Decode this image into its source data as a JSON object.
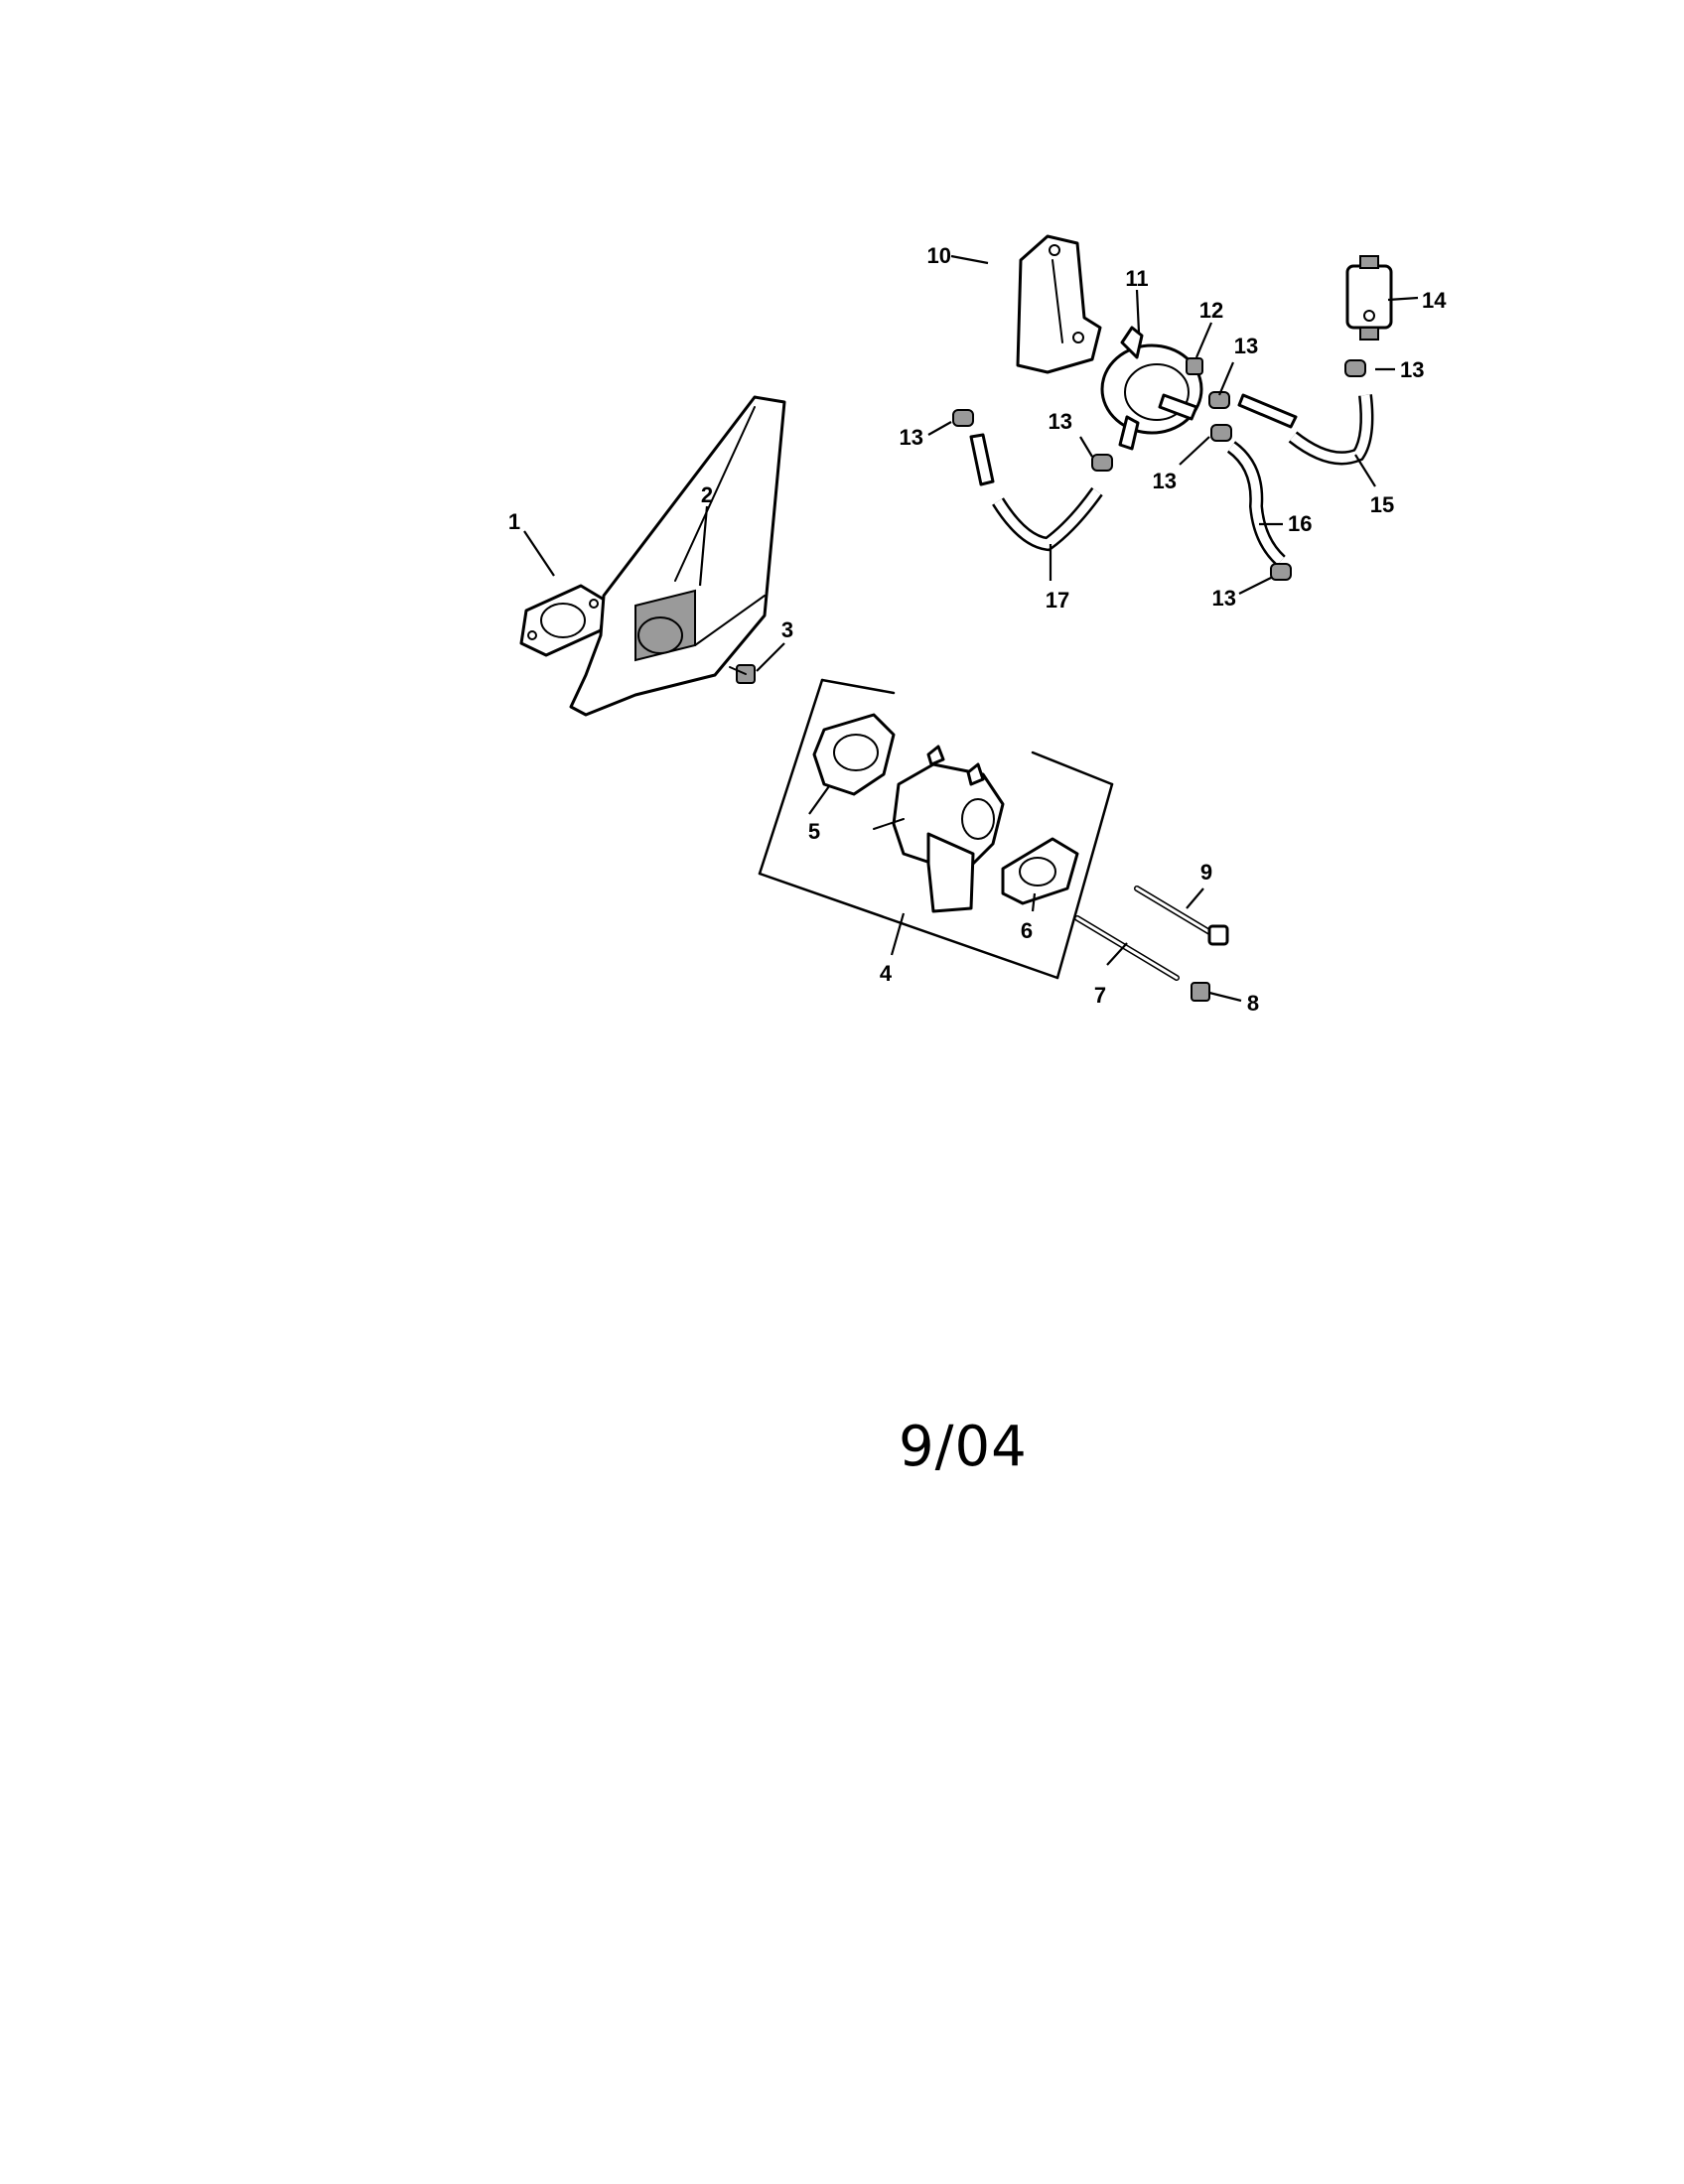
{
  "diagram": {
    "callouts": {
      "c1": "1",
      "c2": "2",
      "c3": "3",
      "c4": "4",
      "c5": "5",
      "c6": "6",
      "c7": "7",
      "c8": "8",
      "c9": "9",
      "c10": "10",
      "c11": "11",
      "c12": "12",
      "c13a": "13",
      "c13b": "13",
      "c13c": "13",
      "c13d": "13",
      "c13e": "13",
      "c13f": "13",
      "c14": "14",
      "c15": "15",
      "c16": "16",
      "c17": "17"
    },
    "date_code": "9/04"
  }
}
